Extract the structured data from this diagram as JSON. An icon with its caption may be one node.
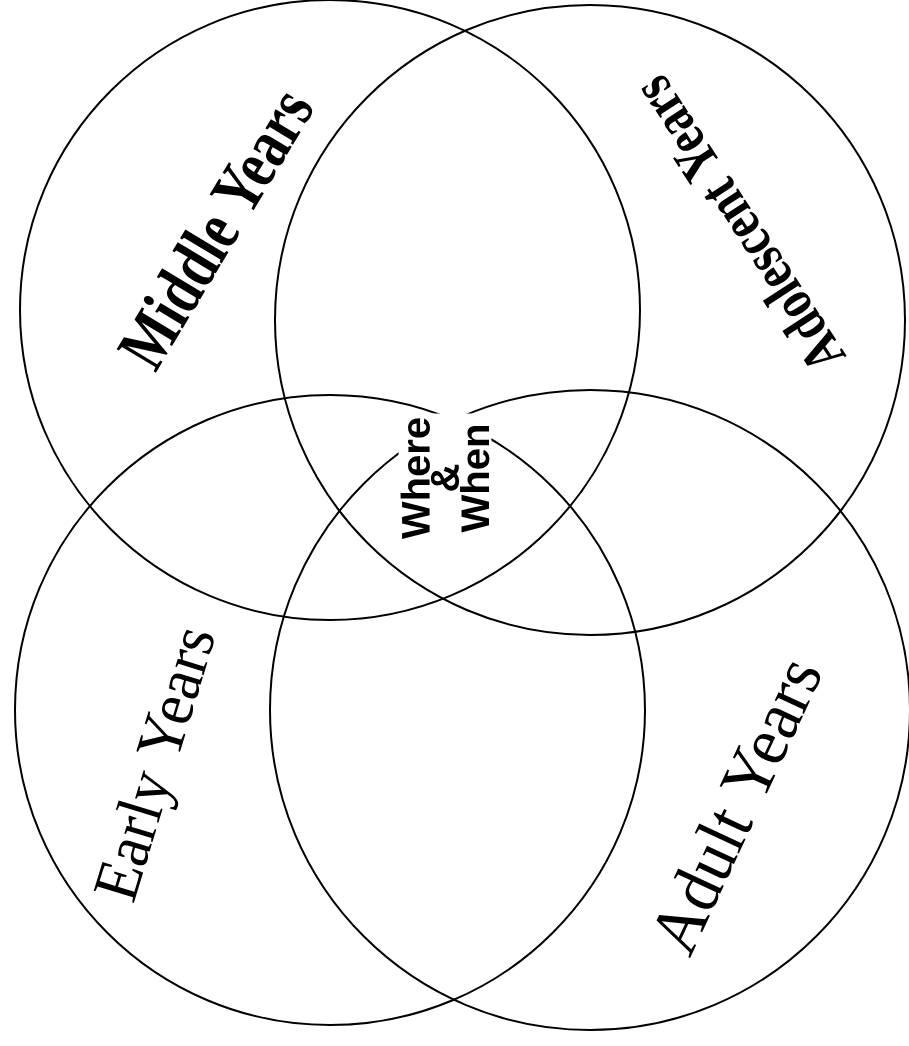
{
  "diagram": {
    "nodes": [
      {
        "text": [
          "Middle Years"
        ]
      },
      {
        "text": [
          "Adolescent Years"
        ]
      },
      {
        "text": [
          "Early Years"
        ]
      },
      {
        "text": [
          "Adult Years"
        ]
      }
    ],
    "labels": [
      "Where & When"
    ]
  }
}
